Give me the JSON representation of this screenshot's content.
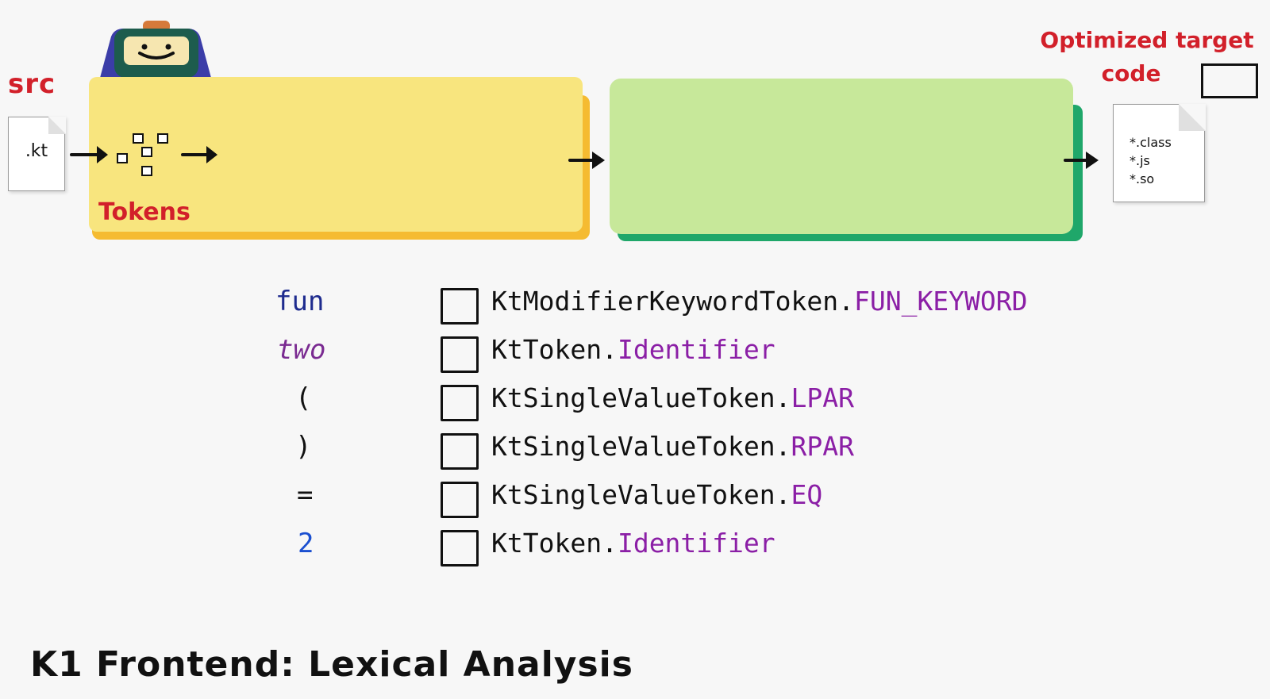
{
  "labels": {
    "src": "src",
    "tokens": "Tokens",
    "optimized_target_line1": "Optimized target",
    "optimized_target_line2": "code"
  },
  "input_file": {
    "extension": ".kt"
  },
  "output_file": {
    "lines": [
      "*.class",
      "*.js",
      "*.so"
    ]
  },
  "token_table": [
    {
      "source": "fun",
      "type": "KtModifierKeywordToken.",
      "member": "FUN_KEYWORD",
      "source_color": "#1e2b8e"
    },
    {
      "source": "two",
      "type": "KtToken.",
      "member": "Identifier",
      "source_color": "#7a2a91"
    },
    {
      "source": "(",
      "type": "KtSingleValueToken.",
      "member": "LPAR",
      "source_color": "#111111"
    },
    {
      "source": ")",
      "type": "KtSingleValueToken.",
      "member": "RPAR",
      "source_color": "#111111"
    },
    {
      "source": "=",
      "type": "KtSingleValueToken.",
      "member": "EQ",
      "source_color": "#111111"
    },
    {
      "source": "2",
      "type": "KtToken.",
      "member": "Identifier",
      "source_color": "#1a4fd0"
    }
  ],
  "footer": {
    "title": "K1 Frontend: Lexical Analysis"
  },
  "colors": {
    "stage1_fill": "#f8e57e",
    "stage1_shadow": "#f5bb31",
    "stage2_fill": "#c7e89a",
    "stage2_shadow": "#1fa76a",
    "accent_red": "#d2202a",
    "member_purple": "#8b1fa6"
  },
  "icons": [
    "robot-mascot-icon",
    "arrow-right-icon",
    "token-tree-icon",
    "file-icon"
  ]
}
